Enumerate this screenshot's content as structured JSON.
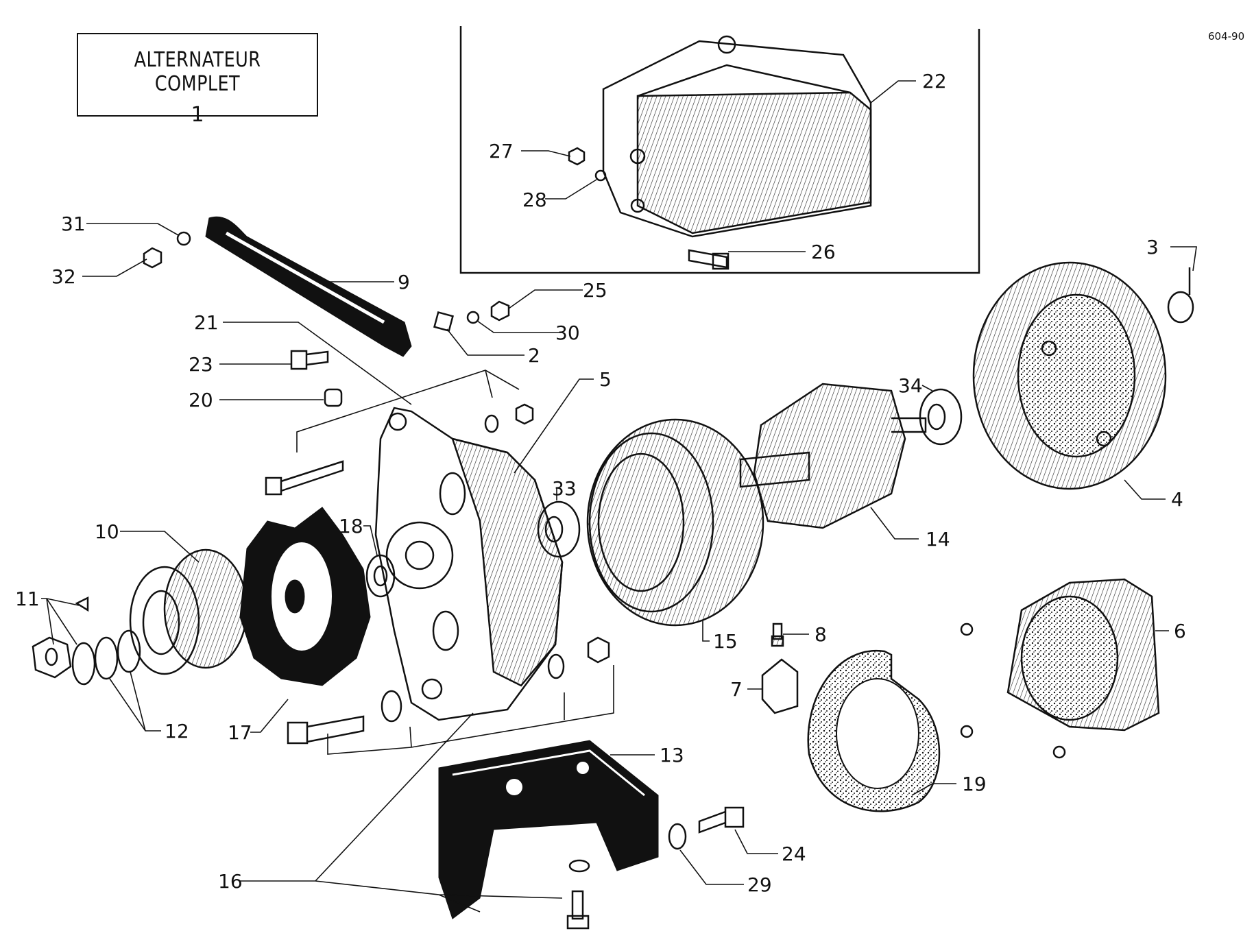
{
  "title": {
    "line1": "ALTERNATEUR COMPLET",
    "line2": "1"
  },
  "ref_code": "604-90",
  "labels": [
    {
      "id": "2",
      "text": "2"
    },
    {
      "id": "3",
      "text": "3"
    },
    {
      "id": "4",
      "text": "4"
    },
    {
      "id": "5",
      "text": "5"
    },
    {
      "id": "6",
      "text": "6"
    },
    {
      "id": "7",
      "text": "7"
    },
    {
      "id": "8",
      "text": "8"
    },
    {
      "id": "9",
      "text": "9"
    },
    {
      "id": "10",
      "text": "10"
    },
    {
      "id": "11",
      "text": "11"
    },
    {
      "id": "12",
      "text": "12"
    },
    {
      "id": "13",
      "text": "13"
    },
    {
      "id": "14",
      "text": "14"
    },
    {
      "id": "15",
      "text": "15"
    },
    {
      "id": "16",
      "text": "16"
    },
    {
      "id": "17",
      "text": "17"
    },
    {
      "id": "18",
      "text": "18"
    },
    {
      "id": "19",
      "text": "19"
    },
    {
      "id": "20",
      "text": "20"
    },
    {
      "id": "21",
      "text": "21"
    },
    {
      "id": "22",
      "text": "22"
    },
    {
      "id": "23",
      "text": "23"
    },
    {
      "id": "24",
      "text": "24"
    },
    {
      "id": "25",
      "text": "25"
    },
    {
      "id": "26",
      "text": "26"
    },
    {
      "id": "27",
      "text": "27"
    },
    {
      "id": "28",
      "text": "28"
    },
    {
      "id": "29",
      "text": "29"
    },
    {
      "id": "30",
      "text": "30"
    },
    {
      "id": "31",
      "text": "31"
    },
    {
      "id": "32",
      "text": "32"
    },
    {
      "id": "33",
      "text": "33"
    },
    {
      "id": "34",
      "text": "34"
    }
  ]
}
